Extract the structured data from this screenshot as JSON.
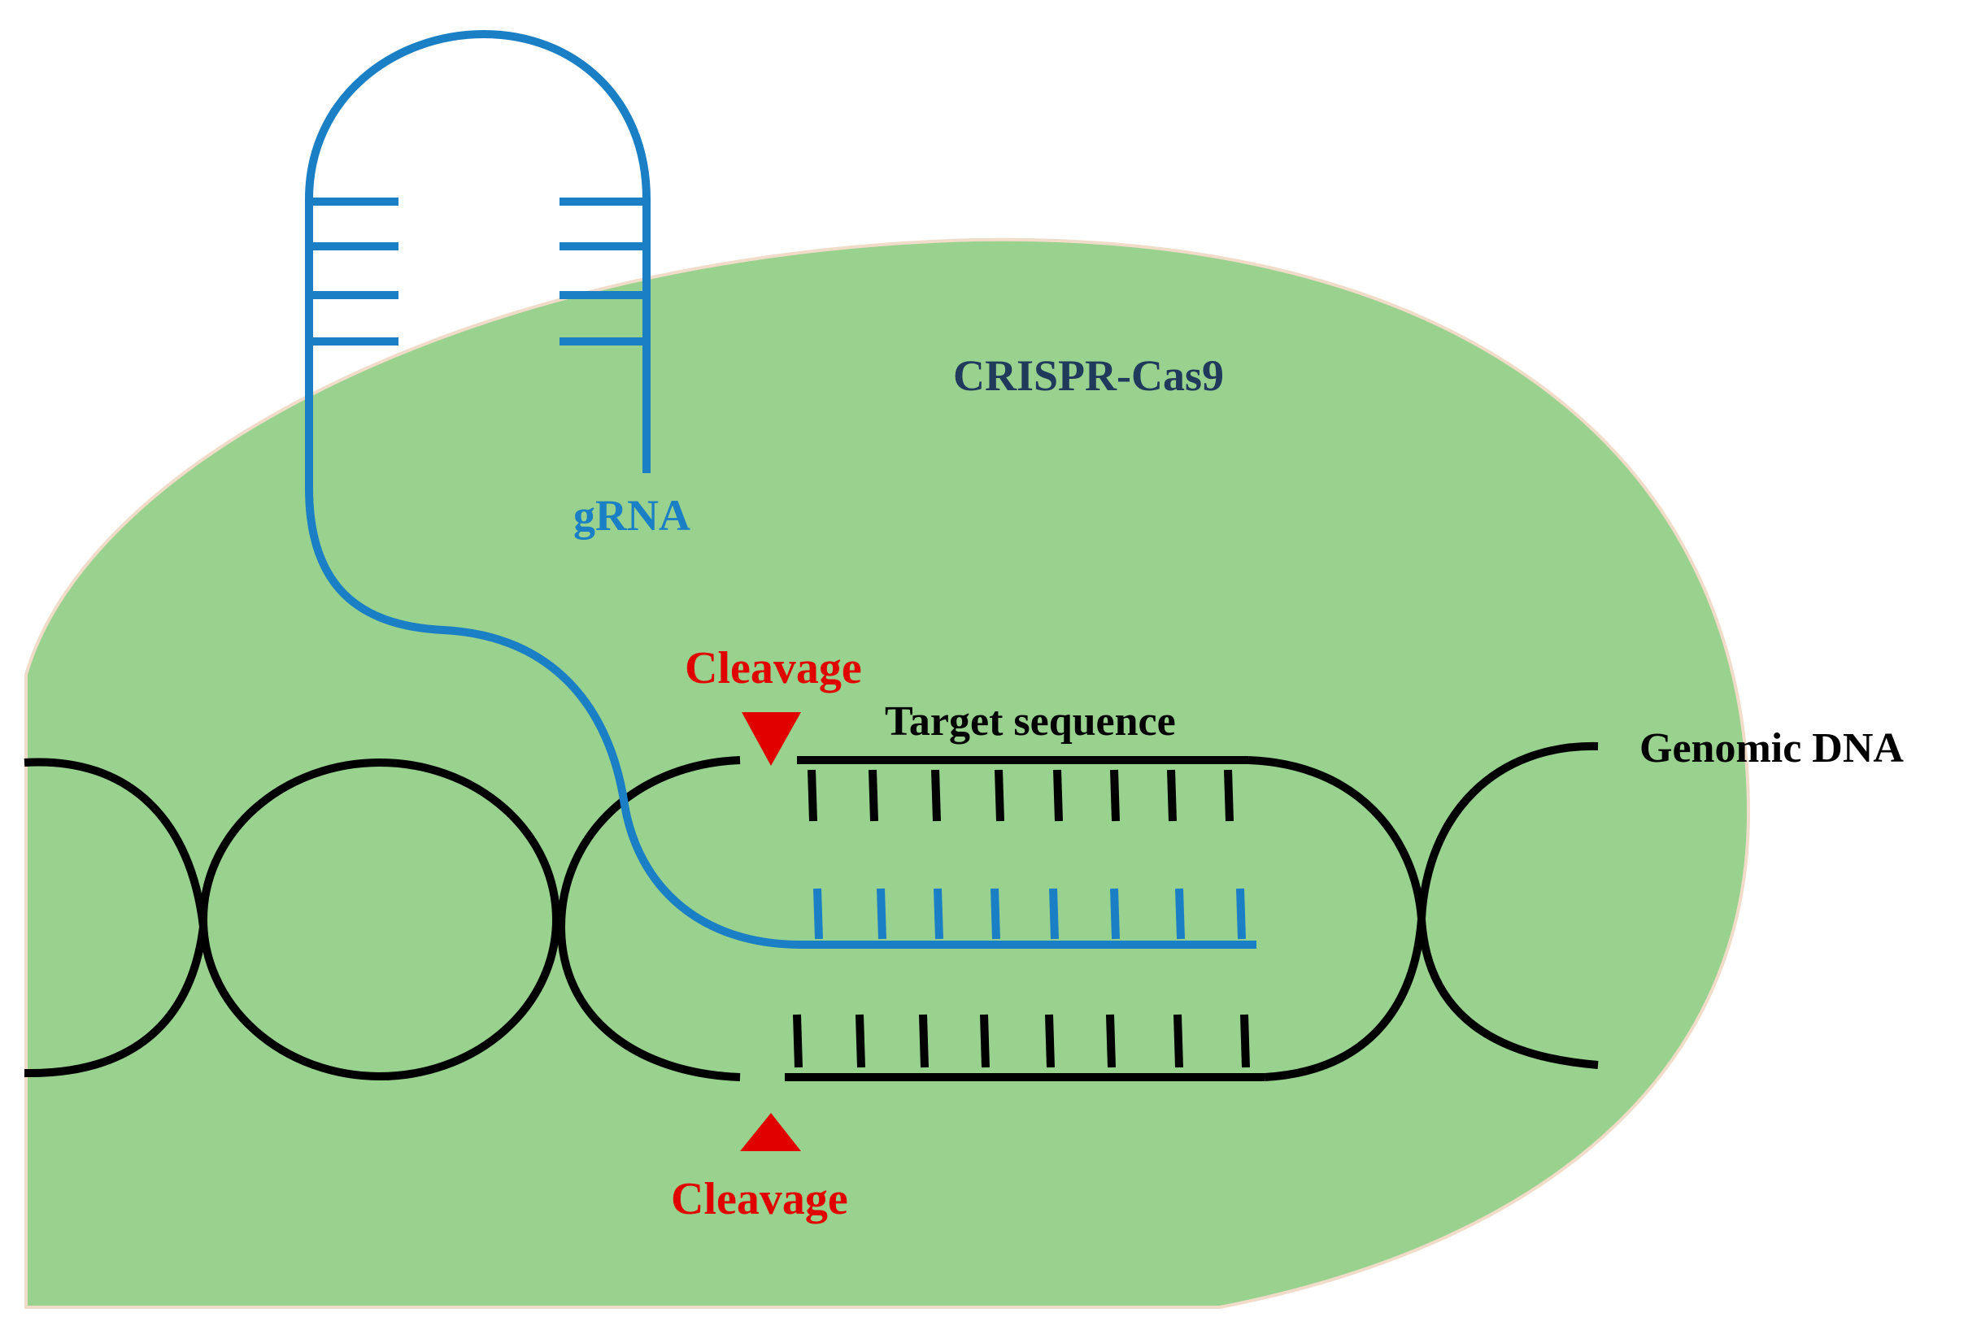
{
  "labels": {
    "complex": "CRISPR-Cas9",
    "grna": "gRNA",
    "cleavage_top": "Cleavage",
    "cleavage_bottom": "Cleavage",
    "target": "Target sequence",
    "genomic": "Genomic DNA"
  },
  "colors": {
    "cas9_body": "#99d18f",
    "cas9_outline": "#f0dcc8",
    "grna": "#1a7fc4",
    "dna": "#000000",
    "cleavage": "#e00000",
    "complex_label": "#1f3a5a"
  },
  "icons": {
    "cleavage_marker": "triangle"
  }
}
